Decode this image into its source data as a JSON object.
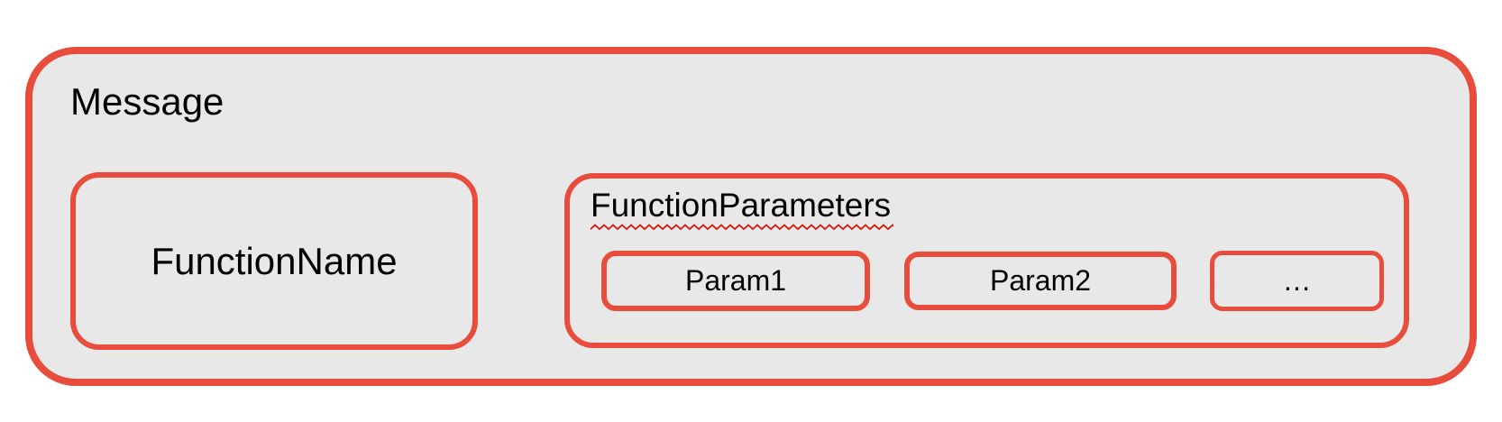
{
  "diagram": {
    "colors": {
      "box_stroke": "#e74c3c",
      "box_fill": "#e8e8e8",
      "text": "#000000",
      "squiggle_red": "#dd2018",
      "canvas": "#ffffff"
    },
    "message": {
      "label": "Message"
    },
    "function_name": {
      "label": "FunctionName"
    },
    "function_parameters": {
      "label": "FunctionParameters",
      "params": [
        {
          "label": "Param1"
        },
        {
          "label": "Param2"
        },
        {
          "label": "…"
        }
      ]
    }
  }
}
